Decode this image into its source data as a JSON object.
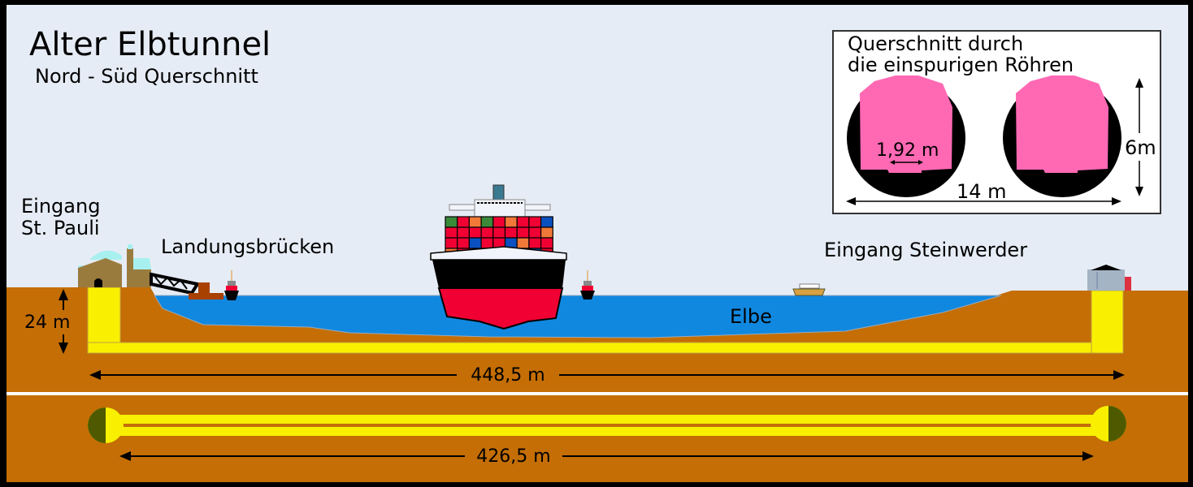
{
  "title": "Alter Elbtunnel",
  "subtitle": "Nord - Süd Querschnitt",
  "labels": {
    "entrance_north_1": "Eingang",
    "entrance_north_2": "St. Pauli",
    "landungsbruecken": "Landungsbrücken",
    "entrance_south": "Eingang Steinwerder",
    "river": "Elbe",
    "depth": "24 m",
    "length_top": "448,5 m",
    "length_bottom": "426,5 m"
  },
  "inset": {
    "title_1": "Querschnitt durch",
    "title_2": "die einspurigen Röhren",
    "lane_width": "1,92 m",
    "height": "6m",
    "total_width": "14 m"
  },
  "colors": {
    "sky": "#e6ecf5",
    "earth": "#c46e05",
    "water": "#1188e0",
    "tunnel": "#f8f000",
    "tube_interior": "#ff69b4"
  }
}
